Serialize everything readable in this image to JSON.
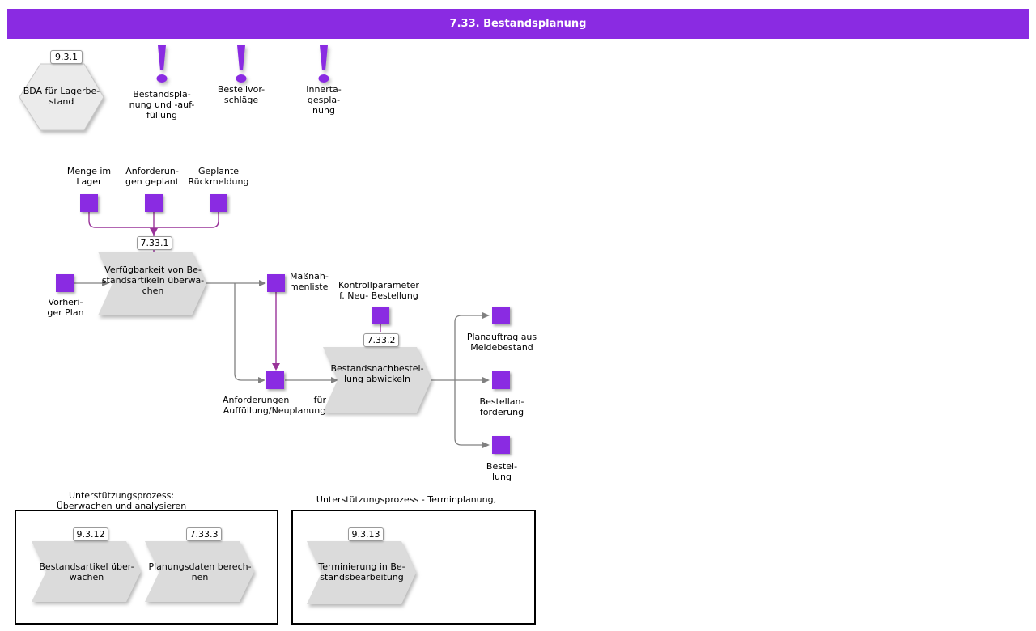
{
  "header": {
    "title": "7.33. Bestandsplanung"
  },
  "colors": {
    "header_bg": "#8a2be2",
    "info_square": "#8a2be2",
    "connector_purple": "#993399",
    "connector_gray": "#808080",
    "process_shape_gray": "#dbdbdb",
    "hexagon_gray": "#ebebeb"
  },
  "top": {
    "hexagon": {
      "ref": "9.3.1",
      "label": "BDA für Lagerbe-\nstand"
    },
    "alerts": [
      {
        "label": "Bestandspla-\nnung und -auf-\nfüllung"
      },
      {
        "label": "Bestellvor-\nschläge"
      },
      {
        "label": "Innerta-\ngespla-\nnung"
      }
    ]
  },
  "flow": {
    "inputs": [
      {
        "label": "Menge im\nLager"
      },
      {
        "label": "Anforderun-\ngen geplant"
      },
      {
        "label": "Geplante\nRückmeldung"
      }
    ],
    "process1": {
      "ref": "7.33.1",
      "label": "Verfügbarkeit von Be-\nstandsartikeln überwa-\nchen"
    },
    "previous_plan": {
      "label": "Vorheri-\nger Plan"
    },
    "measures_list": {
      "label": "Maßnah-\nmenliste"
    },
    "control_params": {
      "label": "Kontrollparameter\nf. Neu- Bestellung"
    },
    "requirements": {
      "word1": "Anforderungen",
      "word2": "für",
      "line2": "Auffüllung/Neuplanung"
    },
    "process2": {
      "ref": "7.33.2",
      "label": "Bestandsnachbestel-\nlung abwickeln"
    },
    "outputs": [
      {
        "label": "Planauftrag aus\nMeldebestand"
      },
      {
        "label": "Bestellan-\nforderung"
      },
      {
        "label": "Bestel-\nlung"
      }
    ]
  },
  "support": {
    "box1": {
      "title": "Unterstützungsprozess:\nÜberwachen und analysieren",
      "processes": [
        {
          "ref": "9.3.12",
          "label": "Bestandsartikel über-\nwachen"
        },
        {
          "ref": "7.33.3",
          "label": "Planungsdaten berech-\nnen"
        }
      ]
    },
    "box2": {
      "title": "Unterstützungsprozess - Terminplanung,",
      "processes": [
        {
          "ref": "9.3.13",
          "label": "Terminierung in Be-\nstandsbearbeitung"
        }
      ]
    }
  }
}
